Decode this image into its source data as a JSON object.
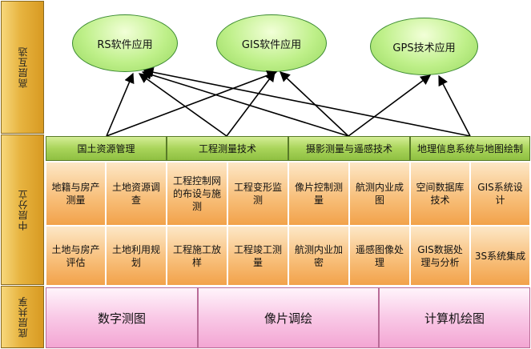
{
  "layers": {
    "top": "高层互选",
    "middle": "中层分立",
    "bottom": "底层共享"
  },
  "applications": [
    "RS软件应用",
    "GIS软件应用",
    "GPS技术应用"
  ],
  "modules": [
    {
      "title": "国土资源管理",
      "items": [
        "地籍与房产测量",
        "土地资源调查",
        "土地与房产评估",
        "土地利用规划"
      ]
    },
    {
      "title": "工程测量技术",
      "items": [
        "工程控制网的布设与施测",
        "工程变形监测",
        "工程施工放样",
        "工程竣工测量"
      ]
    },
    {
      "title": "摄影测量与遥感技术",
      "items": [
        "像片控制测量",
        "航测内业成图",
        "航测内业加密",
        "遥感图像处理"
      ]
    },
    {
      "title": "地理信息系统与地图绘制",
      "items": [
        "空间数据库技术",
        "GIS系统设计",
        "GIS数据处理与分析",
        "3S系统集成"
      ]
    }
  ],
  "foundation": [
    "数字测图",
    "像片调绘",
    "计算机绘图"
  ]
}
